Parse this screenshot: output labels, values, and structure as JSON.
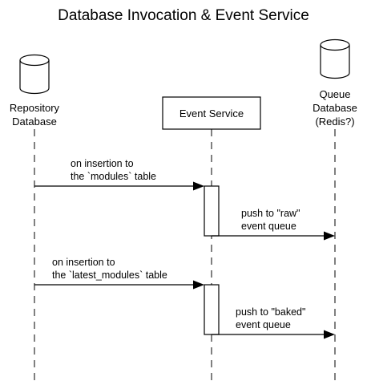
{
  "diagram": {
    "title": "Database Invocation & Event Service",
    "participants": {
      "repo": {
        "line1": "Repository",
        "line2": "Database",
        "icon": "database-cylinder-icon"
      },
      "event": {
        "label": "Event Service"
      },
      "queue": {
        "line1": "Queue",
        "line2": "Database",
        "line3": "(Redis?)",
        "icon": "database-cylinder-icon"
      }
    },
    "messages": {
      "m1": {
        "line1": "on insertion to",
        "line2": "the `modules` table"
      },
      "m2": {
        "line1": "push to \"raw\"",
        "line2": "event queue"
      },
      "m3": {
        "line1": "on insertion to",
        "line2": "the `latest_modules` table"
      },
      "m4": {
        "line1": "push to \"baked\"",
        "line2": "event queue"
      }
    }
  }
}
